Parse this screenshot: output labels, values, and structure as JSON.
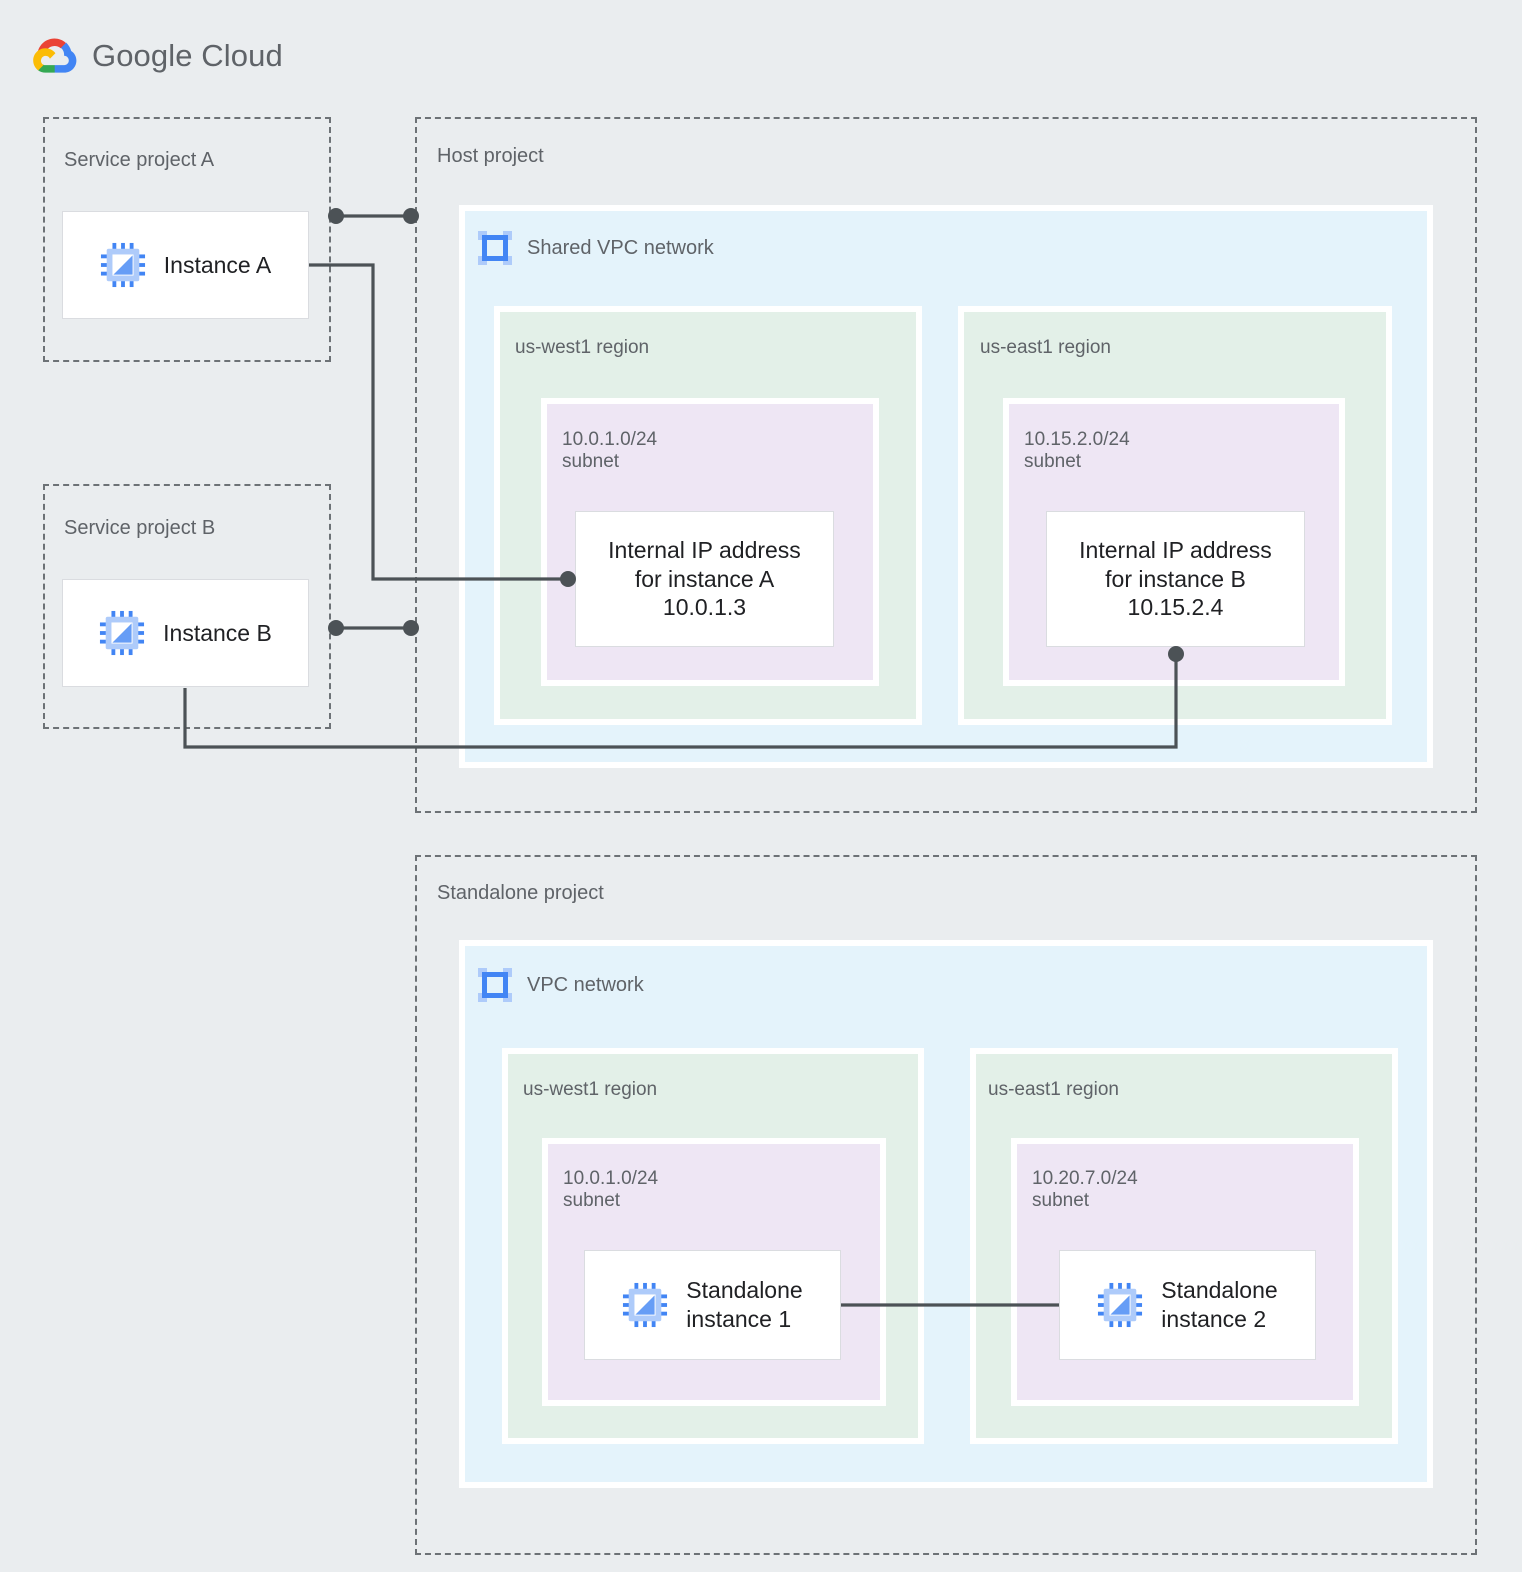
{
  "brand": {
    "logo_icon": "google-cloud-logo",
    "name_bold": "Google",
    "name_light": " Cloud"
  },
  "colors": {
    "page_background": "#eaedef",
    "vpc_fill": "#e4f3fb",
    "region_fill": "#e3f0e8",
    "subnet_fill": "#eee6f4",
    "card_fill": "#ffffff",
    "dashed_border": "#6d7276",
    "connector": "#4c5256",
    "icon_blue": "#4285f4",
    "label_text": "#5f6368",
    "card_text": "#202124"
  },
  "projects": {
    "service_a": {
      "label": "Service project A"
    },
    "service_b": {
      "label": "Service project B"
    },
    "host": {
      "label": "Host project"
    },
    "standalone": {
      "label": "Standalone project"
    }
  },
  "instances": {
    "a": {
      "label": "Instance A",
      "icon": "cpu-icon"
    },
    "b": {
      "label": "Instance B",
      "icon": "cpu-icon"
    },
    "standalone_1": {
      "label": "Standalone\ninstance 1",
      "icon": "cpu-icon"
    },
    "standalone_2": {
      "label": "Standalone\ninstance 2",
      "icon": "cpu-icon"
    }
  },
  "shared_vpc": {
    "title": "Shared VPC network",
    "icon": "vpc-network-icon",
    "regions": [
      {
        "label": "us-west1 region",
        "subnet": {
          "cidr_label": "10.0.1.0/24\nsubnet"
        },
        "resource": {
          "text": "Internal IP address\nfor instance A\n10.0.1.3"
        }
      },
      {
        "label": "us-east1 region",
        "subnet": {
          "cidr_label": "10.15.2.0/24\nsubnet"
        },
        "resource": {
          "text": "Internal IP address\nfor instance B\n10.15.2.4"
        }
      }
    ]
  },
  "standalone_vpc": {
    "title": "VPC network",
    "icon": "vpc-network-icon",
    "regions": [
      {
        "label": "us-west1 region",
        "subnet": {
          "cidr_label": "10.0.1.0/24\nsubnet"
        }
      },
      {
        "label": "us-east1 region",
        "subnet": {
          "cidr_label": "10.20.7.0/24\nsubnet"
        }
      }
    ]
  }
}
